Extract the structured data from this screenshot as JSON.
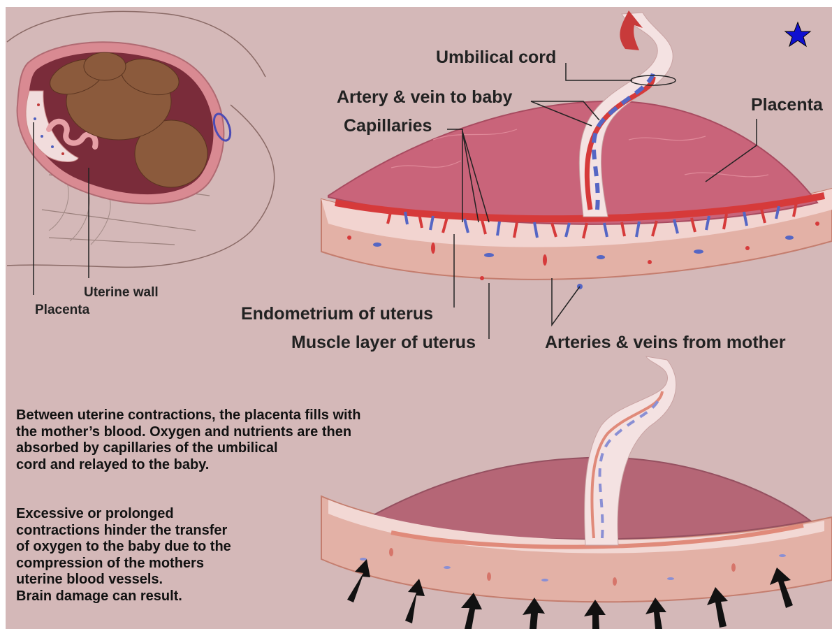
{
  "labels": {
    "umbilical_cord": "Umbilical cord",
    "artery_vein_to_baby": "Artery & vein to baby",
    "capillaries": "Capillaries",
    "placenta_right": "Placenta",
    "uterine_wall": "Uterine wall",
    "placenta_left": "Placenta",
    "endometrium": "Endometrium of uterus",
    "muscle_layer": "Muscle layer of uterus",
    "arteries_veins_mother": "Arteries & veins from mother"
  },
  "description": {
    "paragraph1": [
      "Between uterine contractions, the placenta fills with",
      "the mother’s blood. Oxygen and nutrients are then",
      "absorbed by capillaries of the umbilical",
      "cord and relayed to the baby."
    ],
    "paragraph2": [
      "Excessive or prolonged",
      "contractions hinder the transfer",
      "of oxygen to the baby due to the",
      "compression of the mothers",
      "uterine blood vessels.",
      "Brain damage can result."
    ]
  },
  "colors": {
    "background": "#d4b8b8",
    "placenta": "#c9647a",
    "artery": "#d63a3a",
    "vein": "#5566c4",
    "muscle": "#e3b1a6",
    "star": "#1010d0"
  },
  "icons": {
    "corner_mark": "star-icon",
    "compression_arrows": "arrow-up-icon"
  }
}
